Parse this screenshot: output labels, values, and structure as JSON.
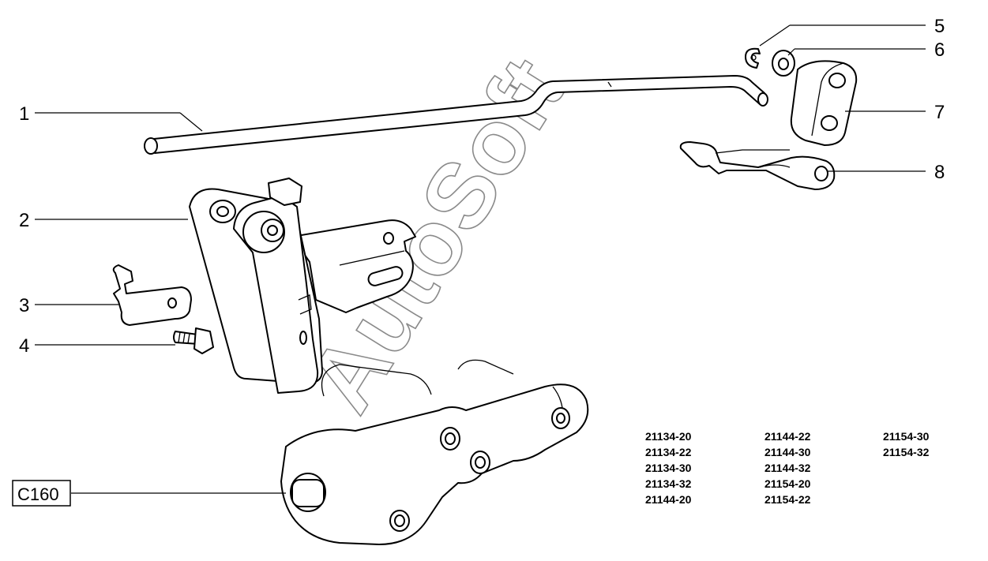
{
  "callouts": [
    {
      "label": "1"
    },
    {
      "label": "2"
    },
    {
      "label": "3"
    },
    {
      "label": "4"
    },
    {
      "label": "5"
    },
    {
      "label": "6"
    },
    {
      "label": "7"
    },
    {
      "label": "8"
    }
  ],
  "reference": {
    "label": "C160"
  },
  "watermark": {
    "text": "AutoSoft"
  },
  "model_codes": [
    [
      "21134-20",
      "21134-22",
      "21134-30",
      "21134-32",
      "21144-20"
    ],
    [
      "21144-22",
      "21144-30",
      "21144-32",
      "21154-20",
      "21154-22"
    ],
    [
      "21154-30",
      "21154-32"
    ]
  ]
}
